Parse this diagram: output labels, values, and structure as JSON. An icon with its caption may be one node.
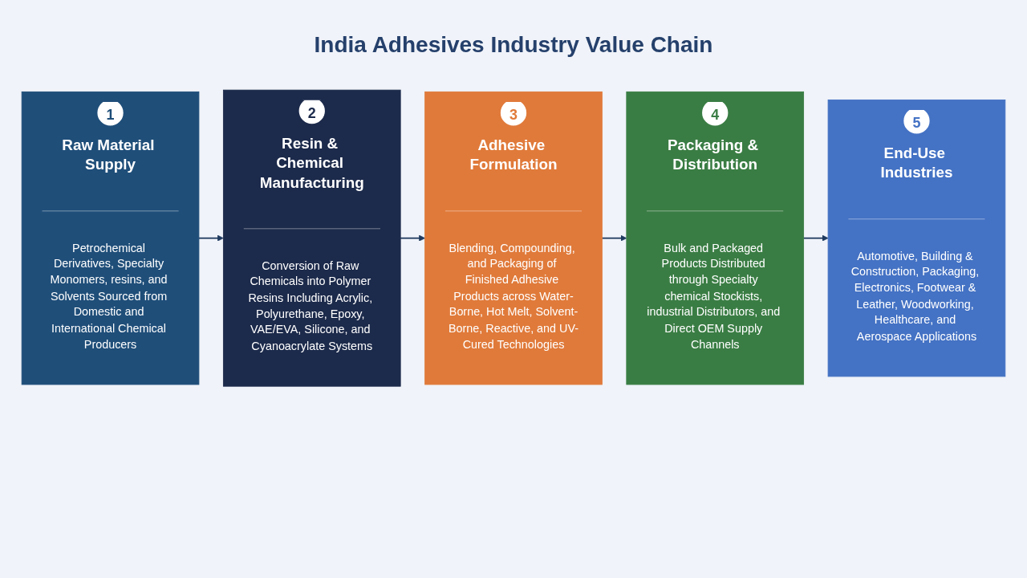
{
  "diagram": {
    "title": "India Adhesives Industry Value Chain",
    "nodes": [
      {
        "text": [
          "1",
          "Raw Material Supply",
          "Petrochemical Derivatives, Specialty Monomers, resins, and Solvents Sourced from Domestic and International Chemical Producers"
        ]
      },
      {
        "text": [
          "2",
          "Resin & Chemical Manufacturing",
          "Conversion of Raw Chemicals into Polymer Resins Including Acrylic, Polyurethane, Epoxy, VAE/EVA, Silicone, and Cyanoacrylate Systems"
        ]
      },
      {
        "text": [
          "3",
          "Adhesive Formulation",
          "Blending, Compounding, and Packaging of Finished Adhesive Products across Water-Borne, Hot Melt, Solvent-Borne, Reactive, and UV-Cured Technologies"
        ]
      },
      {
        "text": [
          "4",
          "Packaging & Distribution",
          "Bulk and Packaged Products Distributed through Specialty chemical Stockists, industrial Distributors, and Direct OEM Supply Channels"
        ]
      },
      {
        "text": [
          "5",
          "End-Use Industries",
          "Automotive, Building & Construction, Packaging, Electronics, Footwear & Leather, Woodworking, Healthcare, and Aerospace Applications"
        ]
      }
    ],
    "edges": [
      {
        "from": 0,
        "to": 1,
        "arrow": "to"
      },
      {
        "from": 1,
        "to": 2,
        "arrow": "to"
      },
      {
        "from": 2,
        "to": 3,
        "arrow": "to"
      },
      {
        "from": 3,
        "to": 4,
        "arrow": "to"
      }
    ]
  }
}
